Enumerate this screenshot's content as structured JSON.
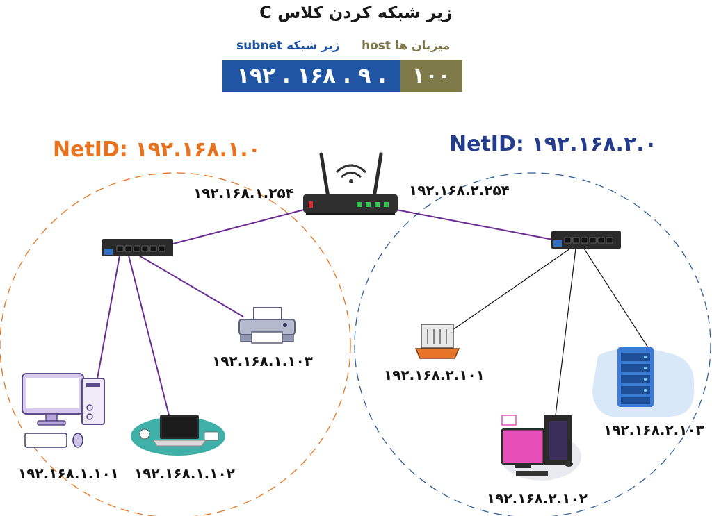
{
  "title": "زیر شبکه کردن کلاس C",
  "header": {
    "host_label": "میزبان ها host",
    "subnet_label": "زیر شبکه subnet",
    "ip_network_part": "۱۹۲ . ۱۶۸ . ۹ .",
    "ip_host_part": "۱۰۰"
  },
  "left_network": {
    "netid": "NetID: ۱۹۲.۱۶۸.۱.۰",
    "gateway": "۱۹۲.۱۶۸.۱.۲۵۴",
    "pc": "۱۹۲.۱۶۸.۱.۱۰۱",
    "laptop": "۱۹۲.۱۶۸.۱.۱۰۲",
    "printer": "۱۹۲.۱۶۸.۱.۱۰۳"
  },
  "right_network": {
    "netid": "NetID: ۱۹۲.۱۶۸.۲.۰",
    "gateway": "۱۹۲.۱۶۸.۲.۲۵۴",
    "laptop": "۱۹۲.۱۶۸.۲.۱۰۱",
    "workstation": "۱۹۲.۱۶۸.۲.۱۰۲",
    "server": "۱۹۲.۱۶۸.۲.۱۰۳"
  },
  "colors": {
    "net_blue": "#1f55a3",
    "host_olive": "#7e7a4a",
    "left_orange": "#e8731f",
    "right_navy": "#243c8c",
    "link_purple": "#6a2c91"
  }
}
